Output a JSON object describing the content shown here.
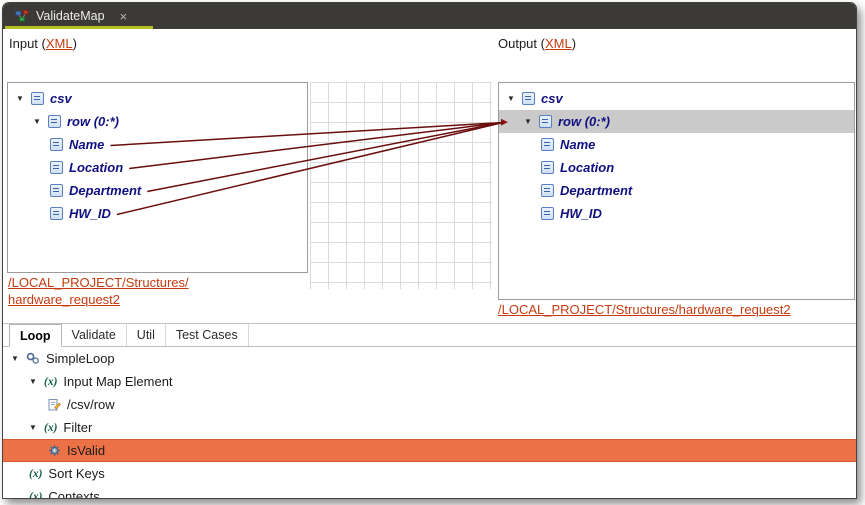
{
  "colors": {
    "accent_underline": "#b4c022",
    "link": "#c53a10",
    "tree_text": "#101080",
    "mapping_line": "#6b0d0d",
    "selection_orange": "#ec7147",
    "selection_gray": "#cacaca",
    "titlebar": "#3c3a36"
  },
  "window": {
    "tab": {
      "title": "ValidateMap",
      "close": "×"
    }
  },
  "mapper": {
    "input": {
      "label_prefix": "Input (",
      "link": "XML",
      "label_suffix": ")",
      "path_lines": [
        "/LOCAL_PROJECT/Structures/",
        "hardware_request2"
      ],
      "tree": [
        {
          "label": "csv",
          "level": 0,
          "expanded": true
        },
        {
          "label": "row (0:*)",
          "level": 1,
          "expanded": true
        },
        {
          "label": "Name",
          "level": 2
        },
        {
          "label": "Location",
          "level": 2
        },
        {
          "label": "Department",
          "level": 2
        },
        {
          "label": "HW_ID",
          "level": 2
        }
      ]
    },
    "output": {
      "label_prefix": "Output (",
      "link": "XML",
      "label_suffix": ")",
      "path_lines": [
        "/LOCAL_PROJECT/Structures/hardware_request2"
      ],
      "tree": [
        {
          "label": "csv",
          "level": 0,
          "expanded": true
        },
        {
          "label": "row (0:*)",
          "level": 1,
          "expanded": true,
          "selected": true,
          "marker": true
        },
        {
          "label": "Name",
          "level": 2
        },
        {
          "label": "Location",
          "level": 2
        },
        {
          "label": "Department",
          "level": 2
        },
        {
          "label": "HW_ID",
          "level": 2
        }
      ]
    },
    "connections": [
      {
        "from": "Name",
        "to": "row (0:*)"
      },
      {
        "from": "Location",
        "to": "row (0:*)"
      },
      {
        "from": "Department",
        "to": "row (0:*)"
      },
      {
        "from": "HW_ID",
        "to": "row (0:*)"
      }
    ]
  },
  "bottom": {
    "tabs": [
      {
        "label": "Loop",
        "active": true
      },
      {
        "label": "Validate",
        "active": false
      },
      {
        "label": "Util",
        "active": false
      },
      {
        "label": "Test Cases",
        "active": false
      }
    ],
    "fx_glyph": "(x)",
    "tree": [
      {
        "label": "SimpleLoop",
        "level": 0,
        "expanded": true,
        "icon": "loop"
      },
      {
        "label": "Input Map Element",
        "level": 1,
        "expanded": true,
        "icon": "fx"
      },
      {
        "label": "/csv/row",
        "level": 2,
        "icon": "xpath"
      },
      {
        "label": "Filter",
        "level": 1,
        "expanded": true,
        "icon": "fx"
      },
      {
        "label": "IsValid",
        "level": 2,
        "icon": "gear",
        "selected": true
      },
      {
        "label": "Sort Keys",
        "level": 1,
        "icon": "fx"
      },
      {
        "label": "Contexts",
        "level": 1,
        "icon": "fx"
      }
    ]
  }
}
